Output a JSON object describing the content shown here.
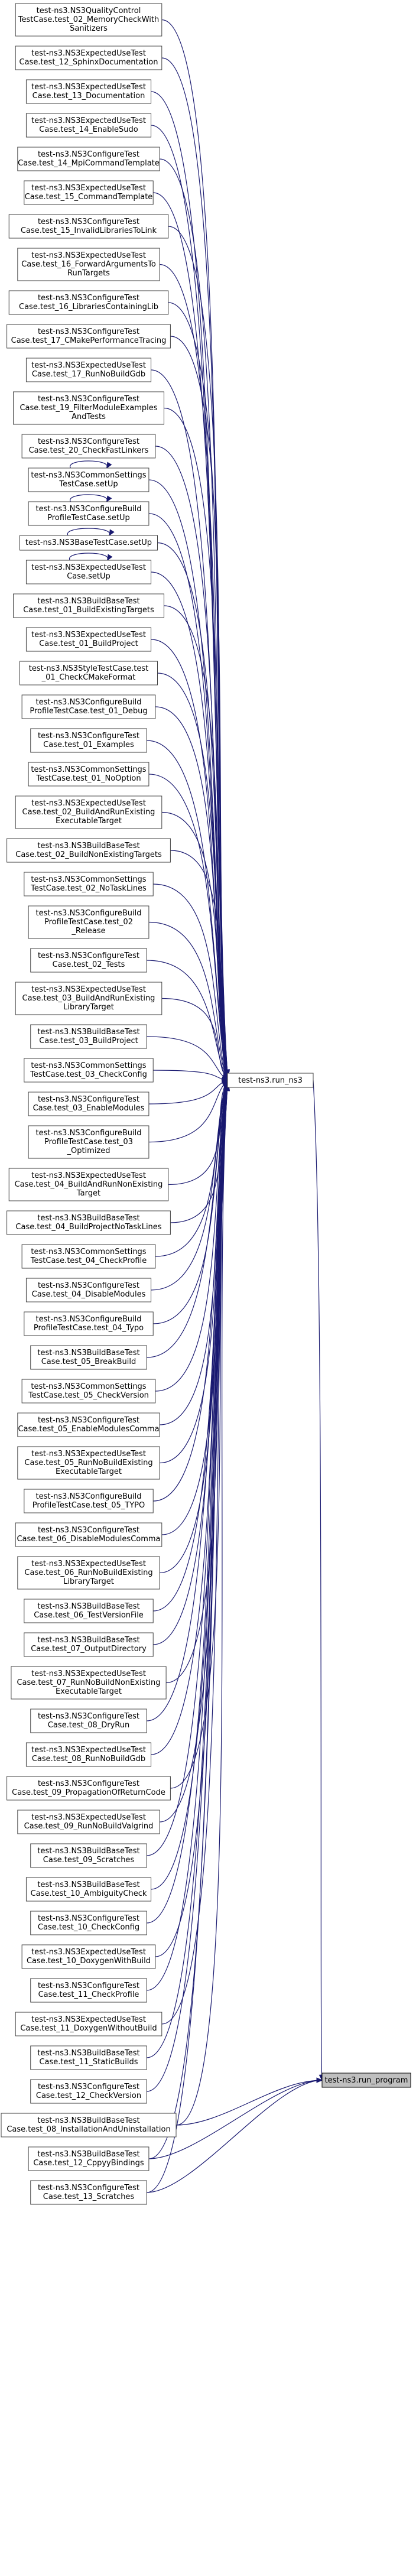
{
  "colors": {
    "edge": "#191970",
    "node_border": "#404040",
    "node_fill": "#ffffff",
    "highlight_fill": "#bfbfbf"
  },
  "nodes": [
    {
      "id": "n1",
      "lines": [
        "test-ns3.NS3QualityControl",
        "TestCase.test_02_MemoryCheckWith",
        "Sanitizers"
      ]
    },
    {
      "id": "n2",
      "lines": [
        "test-ns3.NS3ExpectedUseTest",
        "Case.test_12_SphinxDocumentation"
      ]
    },
    {
      "id": "n3",
      "lines": [
        "test-ns3.NS3ExpectedUseTest",
        "Case.test_13_Documentation"
      ]
    },
    {
      "id": "n4",
      "lines": [
        "test-ns3.NS3ExpectedUseTest",
        "Case.test_14_EnableSudo"
      ]
    },
    {
      "id": "n5",
      "lines": [
        "test-ns3.NS3ConfigureTest",
        "Case.test_14_MpiCommandTemplate"
      ]
    },
    {
      "id": "n6",
      "lines": [
        "test-ns3.NS3ExpectedUseTest",
        "Case.test_15_CommandTemplate"
      ]
    },
    {
      "id": "n7",
      "lines": [
        "test-ns3.NS3ConfigureTest",
        "Case.test_15_InvalidLibrariesToLink"
      ]
    },
    {
      "id": "n8",
      "lines": [
        "test-ns3.NS3ExpectedUseTest",
        "Case.test_16_ForwardArgumentsTo",
        "RunTargets"
      ]
    },
    {
      "id": "n9",
      "lines": [
        "test-ns3.NS3ConfigureTest",
        "Case.test_16_LibrariesContainingLib"
      ]
    },
    {
      "id": "n10",
      "lines": [
        "test-ns3.NS3ConfigureTest",
        "Case.test_17_CMakePerformanceTracing"
      ]
    },
    {
      "id": "n11",
      "lines": [
        "test-ns3.NS3ExpectedUseTest",
        "Case.test_17_RunNoBuildGdb"
      ]
    },
    {
      "id": "n12",
      "lines": [
        "test-ns3.NS3ConfigureTest",
        "Case.test_19_FilterModuleExamples",
        "AndTests"
      ]
    },
    {
      "id": "n13",
      "lines": [
        "test-ns3.NS3ConfigureTest",
        "Case.test_20_CheckFastLinkers"
      ]
    },
    {
      "id": "n14",
      "lines": [
        "test-ns3.NS3CommonSettings",
        "TestCase.setUp"
      ],
      "self_loop": true
    },
    {
      "id": "n15",
      "lines": [
        "test-ns3.NS3ConfigureBuild",
        "ProfileTestCase.setUp"
      ],
      "self_loop": true
    },
    {
      "id": "n16",
      "lines": [
        "test-ns3.NS3BaseTestCase.setUp"
      ],
      "self_loop": true
    },
    {
      "id": "n17",
      "lines": [
        "test-ns3.NS3ExpectedUseTest",
        "Case.setUp"
      ],
      "self_loop": true
    },
    {
      "id": "n18",
      "lines": [
        "test-ns3.NS3BuildBaseTest",
        "Case.test_01_BuildExistingTargets"
      ]
    },
    {
      "id": "n19",
      "lines": [
        "test-ns3.NS3ExpectedUseTest",
        "Case.test_01_BuildProject"
      ]
    },
    {
      "id": "n20",
      "lines": [
        "test-ns3.NS3StyleTestCase.test",
        "_01_CheckCMakeFormat"
      ]
    },
    {
      "id": "n21",
      "lines": [
        "test-ns3.NS3ConfigureBuild",
        "ProfileTestCase.test_01_Debug"
      ]
    },
    {
      "id": "n22",
      "lines": [
        "test-ns3.NS3ConfigureTest",
        "Case.test_01_Examples"
      ]
    },
    {
      "id": "n23",
      "lines": [
        "test-ns3.NS3CommonSettings",
        "TestCase.test_01_NoOption"
      ]
    },
    {
      "id": "n24",
      "lines": [
        "test-ns3.NS3ExpectedUseTest",
        "Case.test_02_BuildAndRunExisting",
        "ExecutableTarget"
      ]
    },
    {
      "id": "n25",
      "lines": [
        "test-ns3.NS3BuildBaseTest",
        "Case.test_02_BuildNonExistingTargets"
      ]
    },
    {
      "id": "n26",
      "lines": [
        "test-ns3.NS3CommonSettings",
        "TestCase.test_02_NoTaskLines"
      ]
    },
    {
      "id": "n27",
      "lines": [
        "test-ns3.NS3ConfigureBuild",
        "ProfileTestCase.test_02",
        "_Release"
      ]
    },
    {
      "id": "n28",
      "lines": [
        "test-ns3.NS3ConfigureTest",
        "Case.test_02_Tests"
      ]
    },
    {
      "id": "n29",
      "lines": [
        "test-ns3.NS3ExpectedUseTest",
        "Case.test_03_BuildAndRunExisting",
        "LibraryTarget"
      ]
    },
    {
      "id": "n30",
      "lines": [
        "test-ns3.NS3BuildBaseTest",
        "Case.test_03_BuildProject"
      ]
    },
    {
      "id": "n31",
      "lines": [
        "test-ns3.NS3CommonSettings",
        "TestCase.test_03_CheckConfig"
      ]
    },
    {
      "id": "n32",
      "lines": [
        "test-ns3.NS3ConfigureTest",
        "Case.test_03_EnableModules"
      ]
    },
    {
      "id": "n33",
      "lines": [
        "test-ns3.NS3ConfigureBuild",
        "ProfileTestCase.test_03",
        "_Optimized"
      ]
    },
    {
      "id": "n34",
      "lines": [
        "test-ns3.NS3ExpectedUseTest",
        "Case.test_04_BuildAndRunNonExisting",
        "Target"
      ]
    },
    {
      "id": "n35",
      "lines": [
        "test-ns3.NS3BuildBaseTest",
        "Case.test_04_BuildProjectNoTaskLines"
      ]
    },
    {
      "id": "n36",
      "lines": [
        "test-ns3.NS3CommonSettings",
        "TestCase.test_04_CheckProfile"
      ]
    },
    {
      "id": "n37",
      "lines": [
        "test-ns3.NS3ConfigureTest",
        "Case.test_04_DisableModules"
      ]
    },
    {
      "id": "n38",
      "lines": [
        "test-ns3.NS3ConfigureBuild",
        "ProfileTestCase.test_04_Typo"
      ]
    },
    {
      "id": "n39",
      "lines": [
        "test-ns3.NS3BuildBaseTest",
        "Case.test_05_BreakBuild"
      ]
    },
    {
      "id": "n40",
      "lines": [
        "test-ns3.NS3CommonSettings",
        "TestCase.test_05_CheckVersion"
      ]
    },
    {
      "id": "n41",
      "lines": [
        "test-ns3.NS3ConfigureTest",
        "Case.test_05_EnableModulesComma"
      ]
    },
    {
      "id": "n42",
      "lines": [
        "test-ns3.NS3ExpectedUseTest",
        "Case.test_05_RunNoBuildExisting",
        "ExecutableTarget"
      ]
    },
    {
      "id": "n43",
      "lines": [
        "test-ns3.NS3ConfigureBuild",
        "ProfileTestCase.test_05_TYPO"
      ]
    },
    {
      "id": "n44",
      "lines": [
        "test-ns3.NS3ConfigureTest",
        "Case.test_06_DisableModulesComma"
      ]
    },
    {
      "id": "n45",
      "lines": [
        "test-ns3.NS3ExpectedUseTest",
        "Case.test_06_RunNoBuildExisting",
        "LibraryTarget"
      ]
    },
    {
      "id": "n46",
      "lines": [
        "test-ns3.NS3BuildBaseTest",
        "Case.test_06_TestVersionFile"
      ]
    },
    {
      "id": "n47",
      "lines": [
        "test-ns3.NS3BuildBaseTest",
        "Case.test_07_OutputDirectory"
      ]
    },
    {
      "id": "n48",
      "lines": [
        "test-ns3.NS3ExpectedUseTest",
        "Case.test_07_RunNoBuildNonExisting",
        "ExecutableTarget"
      ]
    },
    {
      "id": "n49",
      "lines": [
        "test-ns3.NS3ConfigureTest",
        "Case.test_08_DryRun"
      ]
    },
    {
      "id": "n50",
      "lines": [
        "test-ns3.NS3ExpectedUseTest",
        "Case.test_08_RunNoBuildGdb"
      ]
    },
    {
      "id": "n51",
      "lines": [
        "test-ns3.NS3ConfigureTest",
        "Case.test_09_PropagationOfReturnCode"
      ]
    },
    {
      "id": "n52",
      "lines": [
        "test-ns3.NS3ExpectedUseTest",
        "Case.test_09_RunNoBuildValgrind"
      ]
    },
    {
      "id": "n53",
      "lines": [
        "test-ns3.NS3BuildBaseTest",
        "Case.test_09_Scratches"
      ]
    },
    {
      "id": "n54",
      "lines": [
        "test-ns3.NS3BuildBaseTest",
        "Case.test_10_AmbiguityCheck"
      ]
    },
    {
      "id": "n55",
      "lines": [
        "test-ns3.NS3ConfigureTest",
        "Case.test_10_CheckConfig"
      ]
    },
    {
      "id": "n56",
      "lines": [
        "test-ns3.NS3ExpectedUseTest",
        "Case.test_10_DoxygenWithBuild"
      ]
    },
    {
      "id": "n57",
      "lines": [
        "test-ns3.NS3ConfigureTest",
        "Case.test_11_CheckProfile"
      ]
    },
    {
      "id": "n58",
      "lines": [
        "test-ns3.NS3ExpectedUseTest",
        "Case.test_11_DoxygenWithoutBuild"
      ]
    },
    {
      "id": "n59",
      "lines": [
        "test-ns3.NS3BuildBaseTest",
        "Case.test_11_StaticBuilds"
      ]
    },
    {
      "id": "n60",
      "lines": [
        "test-ns3.NS3ConfigureTest",
        "Case.test_12_CheckVersion"
      ]
    },
    {
      "id": "n61",
      "lines": [
        "test-ns3.NS3BuildBaseTest",
        "Case.test_08_InstallationAndUninstallation"
      ]
    },
    {
      "id": "n62",
      "lines": [
        "test-ns3.NS3BuildBaseTest",
        "Case.test_12_CppyyBindings"
      ]
    },
    {
      "id": "n63",
      "lines": [
        "test-ns3.NS3ConfigureTest",
        "Case.test_13_Scratches"
      ]
    }
  ],
  "hub": {
    "id": "run_ns3",
    "label": "test-ns3.run_ns3"
  },
  "target": {
    "id": "run_program",
    "label": "test-ns3.run_program"
  }
}
